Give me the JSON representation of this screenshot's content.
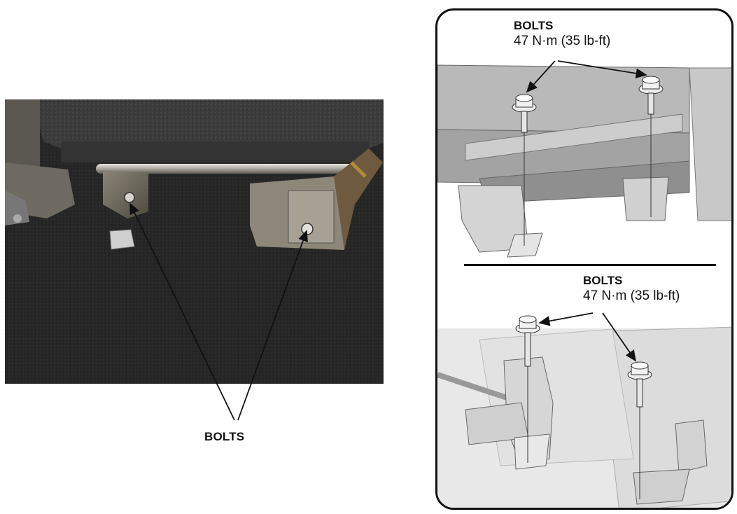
{
  "photo": {
    "label": "BOLTS"
  },
  "callout_top": {
    "title": "BOLTS",
    "spec": "47 N·m (35 lb-ft)"
  },
  "callout_bottom": {
    "title": "BOLTS",
    "spec": "47 N·m (35 lb-ft)"
  },
  "colors": {
    "outline": "#111111",
    "carpet": "#2a2a2a",
    "metal": "#cfcfcf",
    "seat_gray": "#bdbdbd"
  }
}
